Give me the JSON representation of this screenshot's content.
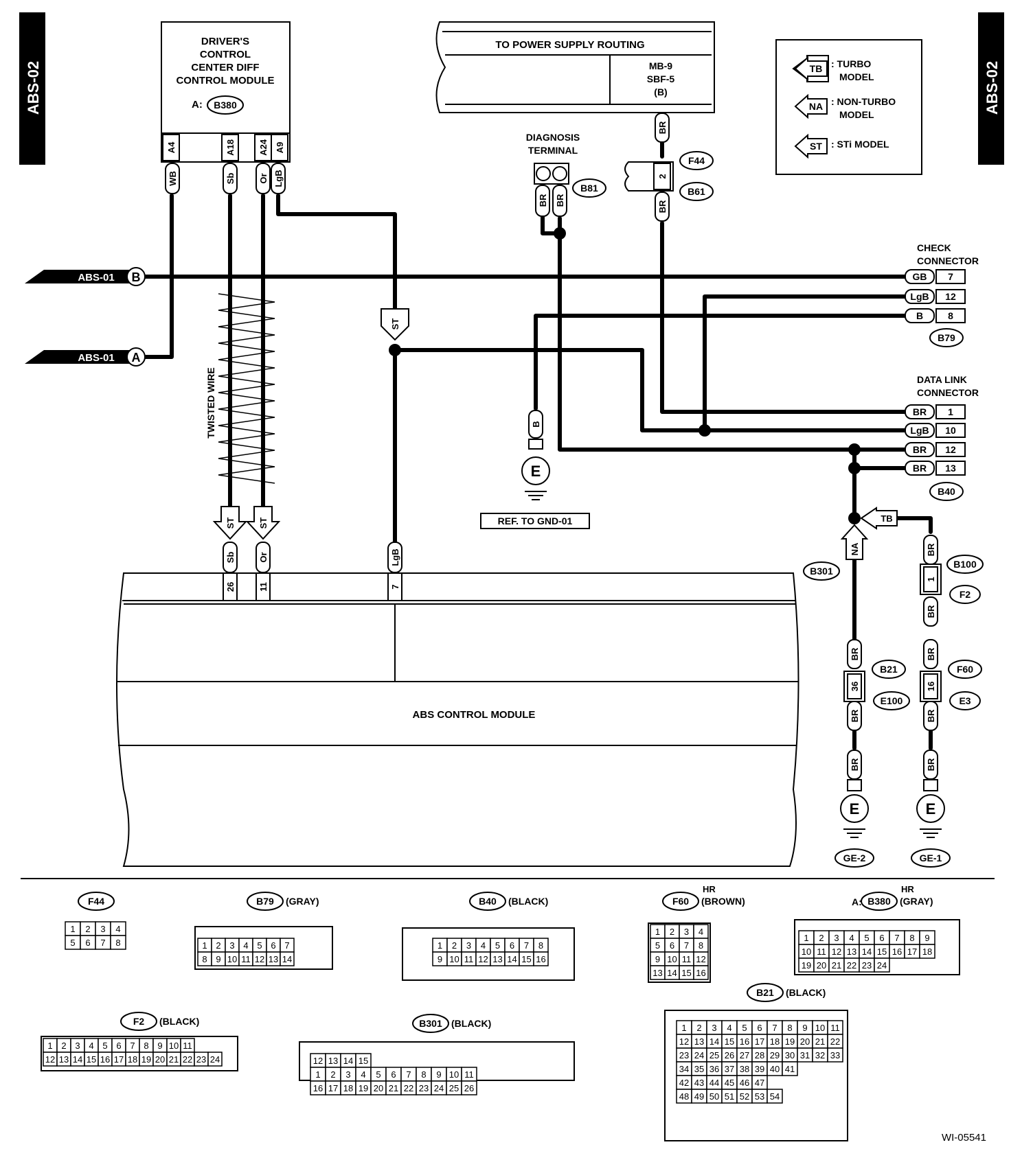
{
  "tabs": {
    "left": "ABS-02",
    "right": "ABS-02"
  },
  "drivers_module": {
    "lines": [
      "DRIVER'S",
      "CONTROL",
      "CENTER DIFF",
      "CONTROL MODULE"
    ],
    "prefix": "A:",
    "connector": "B380",
    "pins": [
      "A4",
      "A18",
      "A24",
      "A9"
    ]
  },
  "power_supply": {
    "title": "TO POWER SUPPLY ROUTING",
    "fuse_lines": [
      "MB-9",
      "SBF-5",
      "(B)"
    ]
  },
  "legend": [
    {
      "tag": "TB",
      "lines": [
        ": TURBO",
        "MODEL"
      ]
    },
    {
      "tag": "NA",
      "lines": [
        ": NON-TURBO",
        "MODEL"
      ]
    },
    {
      "tag": "ST",
      "lines": [
        ": STi MODEL"
      ]
    }
  ],
  "refs": {
    "abs_b": "ABS-01",
    "abs_a": "ABS-01",
    "letter_b": "B",
    "letter_a": "A"
  },
  "diagnosis_terminal": {
    "lines": [
      "DIAGNOSIS",
      "TERMINAL"
    ],
    "id": "B81"
  },
  "labels": {
    "twisted": "TWISTED WIRE",
    "check_connector": [
      "CHECK",
      "CONNECTOR"
    ],
    "data_link": [
      "DATA LINK",
      "CONNECTOR"
    ],
    "abs_module": "ABS CONTROL MODULE",
    "ref_gnd": "REF. TO GND-01",
    "figure_id": "WI-05541",
    "ground_symbol": "E"
  },
  "wire_colors": {
    "wb": "WB",
    "sb": "Sb",
    "or": "Or",
    "lgb": "LgB",
    "br": "BR",
    "gb": "GB",
    "b": "B",
    "st": "ST",
    "tb": "TB",
    "na": "NA"
  },
  "check_connector": {
    "id": "B79",
    "pins": [
      {
        "color": "GB",
        "pin": "7"
      },
      {
        "color": "LgB",
        "pin": "12"
      },
      {
        "color": "B",
        "pin": "8"
      }
    ]
  },
  "data_link_connector": {
    "id": "B40",
    "pins": [
      {
        "color": "BR",
        "pin": "1"
      },
      {
        "color": "LgB",
        "pin": "10"
      },
      {
        "color": "BR",
        "pin": "12"
      },
      {
        "color": "BR",
        "pin": "13"
      }
    ]
  },
  "abs_pins": {
    "sb": "26",
    "or": "11",
    "lgb": "7"
  },
  "inline_connectors": {
    "f44": {
      "pin": "2",
      "top": "F44",
      "bottom": "B61"
    },
    "b100": {
      "pin": "1",
      "top": "B100",
      "bottom": "F2"
    },
    "b21": {
      "pin": "36",
      "top": "B21",
      "bottom": "E100"
    },
    "f60": {
      "pin": "16",
      "top": "F60",
      "bottom": "E3"
    }
  },
  "b301_label": "B301",
  "grounds": {
    "ge2": "GE-2",
    "ge1": "GE-1"
  },
  "connector_views": [
    {
      "id": "F44",
      "suffix": "",
      "hr": "",
      "prefix": "",
      "rows": [
        [
          "1",
          "2",
          "3",
          "4"
        ],
        [
          "5",
          "6",
          "7",
          "8"
        ]
      ]
    },
    {
      "id": "B79",
      "suffix": "(GRAY)",
      "hr": "",
      "prefix": "",
      "rows": [
        [
          "1",
          "2",
          "3",
          "4",
          "5",
          "6",
          "7"
        ],
        [
          "8",
          "9",
          "10",
          "11",
          "12",
          "13",
          "14"
        ]
      ]
    },
    {
      "id": "B40",
      "suffix": "(BLACK)",
      "hr": "",
      "prefix": "",
      "rows": [
        [
          "1",
          "2",
          "3",
          "4",
          "5",
          "6",
          "7",
          "8"
        ],
        [
          "9",
          "10",
          "11",
          "12",
          "13",
          "14",
          "15",
          "16"
        ]
      ]
    },
    {
      "id": "F60",
      "suffix": "(BROWN)",
      "hr": "HR",
      "prefix": "",
      "rows": [
        [
          "1",
          "2",
          "3",
          "4"
        ],
        [
          "5",
          "6",
          "7",
          "8"
        ],
        [
          "9",
          "10",
          "11",
          "12"
        ],
        [
          "13",
          "14",
          "15",
          "16"
        ]
      ]
    },
    {
      "id": "B380",
      "suffix": "(GRAY)",
      "hr": "HR",
      "prefix": "A:",
      "rows": [
        [
          "1",
          "2",
          "3",
          "4",
          "5",
          "6",
          "7",
          "8",
          "9"
        ],
        [
          "10",
          "11",
          "12",
          "13",
          "14",
          "15",
          "16",
          "17",
          "18"
        ],
        [
          "19",
          "20",
          "21",
          "22",
          "23",
          "24"
        ]
      ]
    },
    {
      "id": "F2",
      "suffix": "(BLACK)",
      "hr": "",
      "prefix": "",
      "rows": [
        [
          "1",
          "2",
          "3",
          "4",
          "5",
          "6",
          "7",
          "8",
          "9",
          "10",
          "11"
        ],
        [
          "12",
          "13",
          "14",
          "15",
          "16",
          "17",
          "18",
          "19",
          "20",
          "21",
          "22",
          "23",
          "24"
        ]
      ]
    },
    {
      "id": "B301",
      "suffix": "(BLACK)",
      "hr": "",
      "prefix": "",
      "rows": [
        [
          "12",
          "13",
          "14",
          "15"
        ],
        [
          "1",
          "2",
          "3",
          "4",
          "5",
          "6",
          "7",
          "8",
          "9",
          "10",
          "11"
        ],
        [
          "16",
          "17",
          "18",
          "19",
          "20",
          "21",
          "22",
          "23",
          "24",
          "25",
          "26"
        ]
      ]
    },
    {
      "id": "B21",
      "suffix": "(BLACK)",
      "hr": "",
      "prefix": "",
      "rows": [
        [
          "1",
          "2",
          "3",
          "4",
          "5",
          "6",
          "7",
          "8",
          "9",
          "10",
          "11"
        ],
        [
          "12",
          "13",
          "14",
          "15",
          "16",
          "17",
          "18",
          "19",
          "20",
          "21",
          "22"
        ],
        [
          "23",
          "24",
          "25",
          "26",
          "27",
          "28",
          "29",
          "30",
          "31",
          "32",
          "33"
        ],
        [
          "34",
          "35",
          "36",
          "37",
          "38",
          "39",
          "40",
          "41"
        ],
        [
          "42",
          "43",
          "44",
          "45",
          "46",
          "47"
        ],
        [
          "48",
          "49",
          "50",
          "51",
          "52",
          "53",
          "54"
        ]
      ]
    }
  ]
}
